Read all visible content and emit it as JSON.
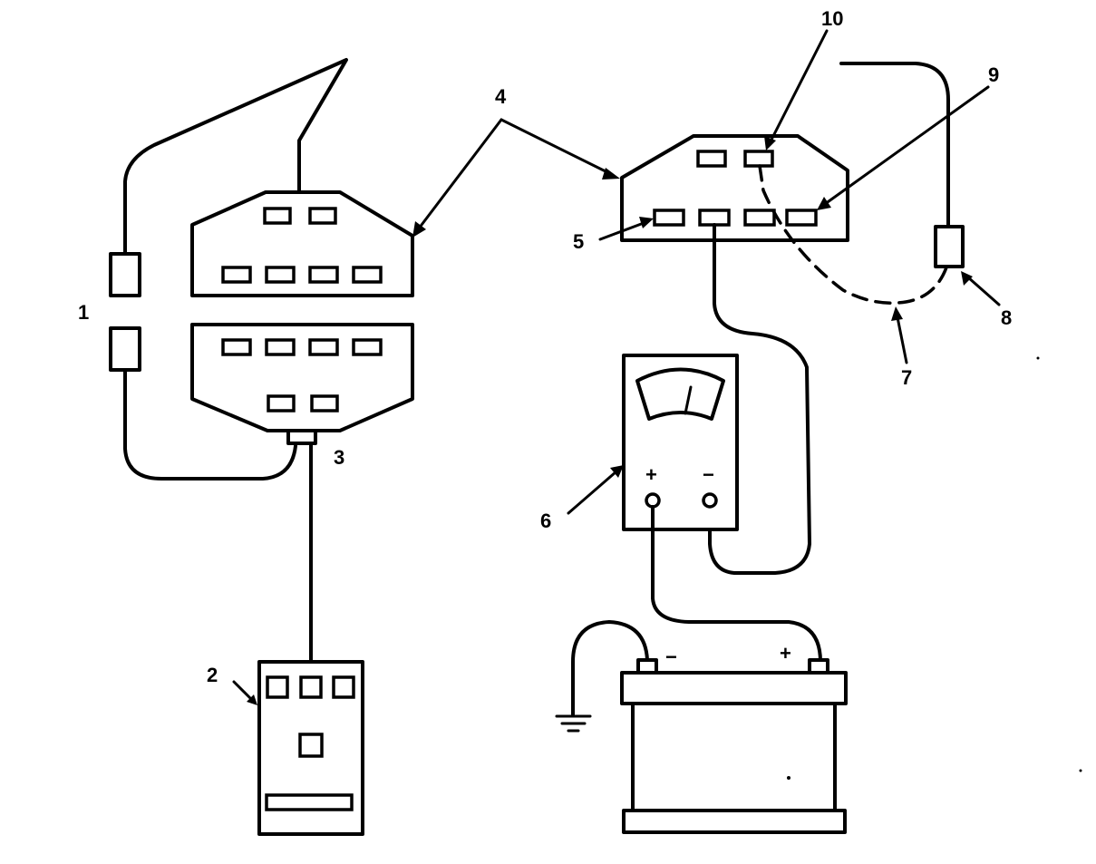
{
  "labels": {
    "l1": "1",
    "l2": "2",
    "l3": "3",
    "l4": "4",
    "l5": "5",
    "l6": "6",
    "l7": "7",
    "l8": "8",
    "l9": "9",
    "l10": "10"
  },
  "meter": {
    "plus": "+",
    "minus": "−"
  },
  "battery": {
    "plus": "+",
    "minus": "−"
  }
}
